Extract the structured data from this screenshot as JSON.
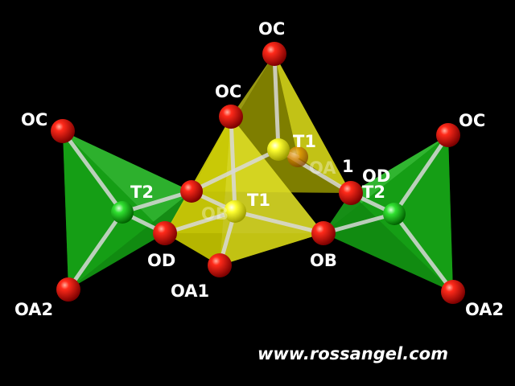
{
  "labels": {
    "oc_top": "OC",
    "oc_upper": "OC",
    "oc_left": "OC",
    "oc_right": "OC",
    "t1_back": "T1",
    "t1_front": "T1",
    "t2_left": "T2",
    "t2_right": "T2",
    "oa1_back_a": "OA",
    "oa1_back_b": "1",
    "od_left": "OD",
    "od_right": "OD",
    "ob_hidden": "OB",
    "ob": "OB",
    "oa1": "OA1",
    "oa2_left": "OA2",
    "oa2_right": "OA2"
  },
  "watermark": "www.rossangel.com",
  "colors": {
    "background": "#000000",
    "t1_tetrahedra": "#e6e600",
    "t2_tetrahedra": "#22c022",
    "oxygen_atoms": "#e00000",
    "t1_atoms": "#ffff20",
    "t2_atoms": "#30e030",
    "bonds": "#cfcfcf",
    "text": "#ffffff"
  }
}
